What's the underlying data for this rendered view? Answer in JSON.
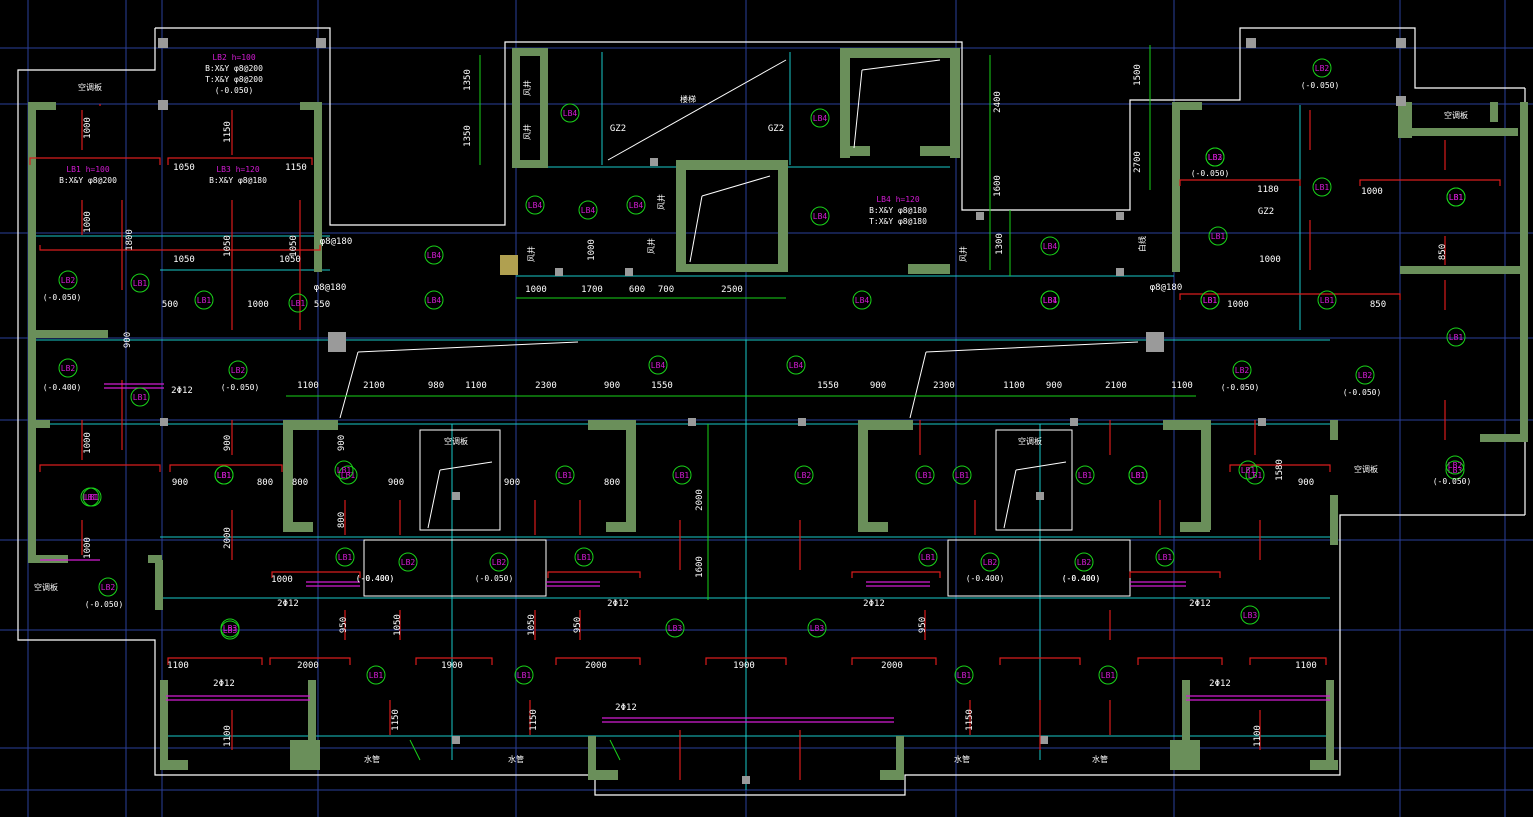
{
  "colors": {
    "background": "#000000",
    "wall": "#6a8f5a",
    "outline": "#ffffff",
    "axis": "#2a3f9a",
    "rebar": "#d81c1c",
    "dim": "#19d219",
    "slab_label": "#d21cd2",
    "text": "#ffffff",
    "cyan": "#18c8c8",
    "column": "#808080"
  },
  "slab_notes": [
    {
      "id": "lb2_note",
      "lines": [
        "LB2 h=100",
        "B:X&Y φ8@200",
        "T:X&Y φ8@200",
        "(-0.050)"
      ]
    },
    {
      "id": "lb1_note",
      "lines": [
        "LB1 h=100",
        "B:X&Y φ8@200"
      ]
    },
    {
      "id": "lb3_note",
      "lines": [
        "LB3 h=120",
        "B:X&Y φ8@180"
      ]
    },
    {
      "id": "lb4_note",
      "lines": [
        "LB4 h=120",
        "B:X&Y φ8@180",
        "T:X&Y φ8@180"
      ]
    }
  ],
  "slab_tags": [
    "LB1",
    "LB2",
    "LB3",
    "LB4",
    "LB4",
    "LB4",
    "LB4",
    "LB4",
    "LB4",
    "LB4",
    "LB4",
    "LB4",
    "LB4",
    "LB4",
    "LB2",
    "LB1",
    "LB1",
    "LB1",
    "LB2",
    "LB1",
    "LB2",
    "LB1",
    "LB1",
    "LB1",
    "LB1",
    "LB2",
    "LB3",
    "LB1",
    "LB1",
    "LB1",
    "LB1",
    "LB1",
    "LB1",
    "LB1",
    "LB1",
    "LB1",
    "LB1",
    "LB1",
    "LB1",
    "LB1",
    "LB2",
    "LB2",
    "LB2",
    "LB2",
    "LB1",
    "LB1",
    "LB1",
    "LB1",
    "LB3",
    "LB3",
    "LB3",
    "LB3",
    "LB1",
    "LB1",
    "LB1",
    "LB1",
    "LB2",
    "LB2",
    "LB2",
    "LB1",
    "LB1",
    "LB2",
    "LB1",
    "LB1",
    "LB1",
    "LB3",
    "LB2",
    "LB1",
    "LB4",
    "LB4"
  ],
  "elevations": [
    "(-0.050)",
    "(-0.400)",
    "(-0.050)",
    "(-0.050)",
    "(-0.050)",
    "(-0.400)",
    "(-0.050)",
    "(-0.400)",
    "(-0.400)",
    "(-0.400)",
    "(-0.400)",
    "(-0.050)",
    "(-0.050)",
    "(-0.050)",
    "(-0.050)"
  ],
  "dimensions": {
    "top": [
      "1000",
      "1700",
      "600",
      "700",
      "2500"
    ],
    "mid": [
      "1100",
      "2100",
      "980",
      "1100",
      "2300",
      "900",
      "1550",
      "1550",
      "900",
      "2300",
      "1100",
      "900",
      "2100",
      "1100"
    ],
    "vertical": [
      "1350",
      "1350",
      "2400",
      "1600",
      "1300",
      "1500",
      "2700",
      "1000",
      "1600",
      "2000"
    ],
    "rebar_spans": [
      "1000",
      "1150",
      "1050",
      "1150",
      "1050",
      "1000",
      "1800",
      "1050",
      "1050",
      "1050",
      "500",
      "1000",
      "550",
      "900",
      "1000",
      "900",
      "900",
      "800",
      "900",
      "900",
      "800",
      "800",
      "900",
      "800",
      "2000",
      "1000",
      "1000",
      "950",
      "1050",
      "1050",
      "950",
      "2000",
      "1900",
      "2000",
      "1900",
      "2000",
      "1100",
      "1100",
      "1150",
      "1150",
      "1100",
      "1150",
      "1100",
      "950",
      "850",
      "850",
      "1000",
      "1000",
      "1180",
      "1000",
      "1580",
      "900"
    ]
  },
  "labels": {
    "gz_left": "GZ2",
    "gz_mid": "GZ2",
    "gz_right": "GZ2",
    "rebar_phi8_180": "φ8@180",
    "two_phi12": "2Φ12",
    "void": "空调板",
    "shaft": "风井",
    "stair": "楼梯",
    "blank": "白线",
    "pipe": "水管"
  }
}
